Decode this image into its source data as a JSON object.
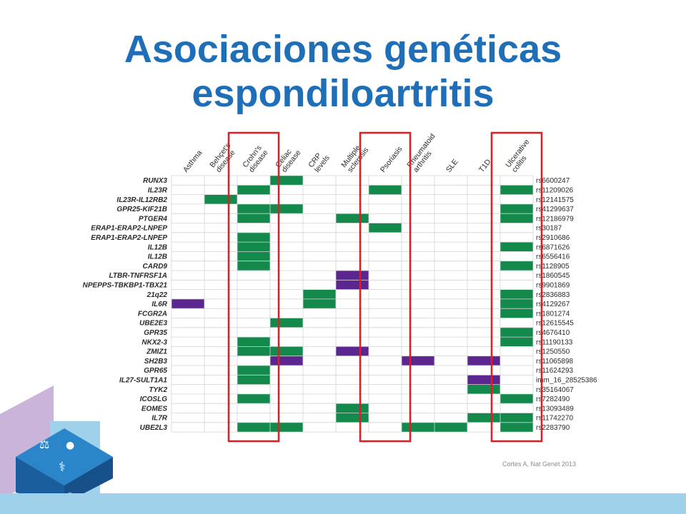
{
  "slide": {
    "title_line1": "Asociaciones genéticas",
    "title_line2": "espondiloartritis",
    "citation": "Cortes A, Nat Genet 2013"
  },
  "colors": {
    "title": "#1f6fb8",
    "green": "#138a4c",
    "purple": "#5b2690",
    "highlight": "#e31b23",
    "grid": "#d4d4d4",
    "footer_bar": "#9fd2ea"
  },
  "chart_data": {
    "type": "heatmap",
    "columns": [
      "Asthma",
      "Behçet's disease",
      "Crohn's disease",
      "Celiac disease",
      "CRP levels",
      "Multiple sclerosis",
      "Psoriasis",
      "Rheumatoid arthritis",
      "SLE",
      "T1D",
      "Ulcerative colitis"
    ],
    "highlighted_columns": [
      "Crohn's disease",
      "Psoriasis",
      "Ulcerative colitis"
    ],
    "rows": [
      {
        "gene": "RUNX3",
        "snp": "rs6600247",
        "green": [
          3
        ],
        "purple": []
      },
      {
        "gene": "IL23R",
        "snp": "rs11209026",
        "green": [
          2,
          6,
          10
        ],
        "purple": []
      },
      {
        "gene": "IL23R-IL12RB2",
        "snp": "rs12141575",
        "green": [
          1
        ],
        "purple": []
      },
      {
        "gene": "GPR25-KIF21B",
        "snp": "rs41299637",
        "green": [
          2,
          3,
          10
        ],
        "purple": []
      },
      {
        "gene": "PTGER4",
        "snp": "rs12186979",
        "green": [
          2,
          5,
          10
        ],
        "purple": []
      },
      {
        "gene": "ERAP1-ERAP2-LNPEP",
        "snp": "rs30187",
        "green": [
          6
        ],
        "purple": []
      },
      {
        "gene": "ERAP1-ERAP2-LNPEP",
        "snp": "rs2910686",
        "green": [
          2
        ],
        "purple": []
      },
      {
        "gene": "IL12B",
        "snp": "rs6871626",
        "green": [
          2,
          10
        ],
        "purple": []
      },
      {
        "gene": "IL12B",
        "snp": "rs6556416",
        "green": [
          2
        ],
        "purple": []
      },
      {
        "gene": "CARD9",
        "snp": "rs1128905",
        "green": [
          2,
          10
        ],
        "purple": []
      },
      {
        "gene": "LTBR-TNFRSF1A",
        "snp": "rs1860545",
        "green": [],
        "purple": [
          5
        ]
      },
      {
        "gene": "NPEPPS-TBKBP1-TBX21",
        "snp": "rs9901869",
        "green": [],
        "purple": [
          5
        ]
      },
      {
        "gene": "21q22",
        "snp": "rs2836883",
        "green": [
          4,
          10
        ],
        "purple": []
      },
      {
        "gene": "IL6R",
        "snp": "rs4129267",
        "green": [
          4,
          10
        ],
        "purple": [
          0
        ]
      },
      {
        "gene": "FCGR2A",
        "snp": "rs1801274",
        "green": [
          10
        ],
        "purple": []
      },
      {
        "gene": "UBE2E3",
        "snp": "rs12615545",
        "green": [
          3
        ],
        "purple": []
      },
      {
        "gene": "GPR35",
        "snp": "rs4676410",
        "green": [
          10
        ],
        "purple": []
      },
      {
        "gene": "NKX2-3",
        "snp": "rs11190133",
        "green": [
          2,
          10
        ],
        "purple": []
      },
      {
        "gene": "ZMIZ1",
        "snp": "rs1250550",
        "green": [
          2,
          3
        ],
        "purple": [
          5
        ]
      },
      {
        "gene": "SH2B3",
        "snp": "rs11065898",
        "green": [],
        "purple": [
          3,
          7,
          9
        ]
      },
      {
        "gene": "GPR65",
        "snp": "rs11624293",
        "green": [
          2
        ],
        "purple": []
      },
      {
        "gene": "IL27-SULT1A1",
        "snp": "imm_16_28525386",
        "green": [
          2
        ],
        "purple": [
          9
        ]
      },
      {
        "gene": "TYK2",
        "snp": "rs35164067",
        "green": [
          9
        ],
        "purple": []
      },
      {
        "gene": "ICOSLG",
        "snp": "rs7282490",
        "green": [
          2,
          10
        ],
        "purple": []
      },
      {
        "gene": "EOMES",
        "snp": "rs13093489",
        "green": [
          5
        ],
        "purple": []
      },
      {
        "gene": "IL7R",
        "snp": "rs11742270",
        "green": [
          5,
          9,
          10
        ],
        "purple": []
      },
      {
        "gene": "UBE2L3",
        "snp": "rs2283790",
        "green": [
          2,
          3,
          7,
          8,
          10
        ],
        "purple": []
      }
    ]
  }
}
